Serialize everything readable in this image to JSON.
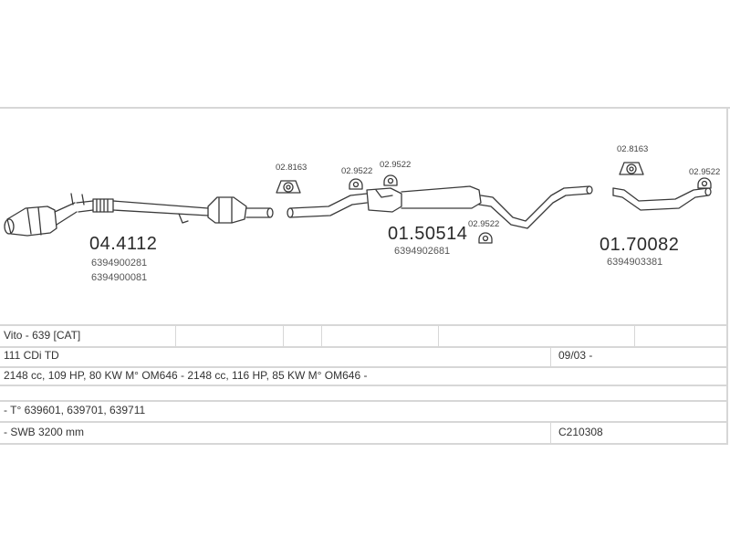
{
  "parts": {
    "left": {
      "number": "04.4112",
      "oem": [
        "6394900281",
        "6394900081"
      ]
    },
    "middle": {
      "number": "01.50514",
      "oem": [
        "6394902681"
      ]
    },
    "right": {
      "number": "01.70082",
      "oem": [
        "6394903381"
      ]
    }
  },
  "clamps": {
    "c1": "02.8163",
    "c2": "02.9522",
    "c3": "02.9522",
    "c4": "02.9522",
    "c5": "02.8163",
    "c6": "02.9522"
  },
  "table": {
    "model": "Vito - 639  [CAT]",
    "engine": "111 CDi TD",
    "date": "09/03 -",
    "spec": "2148 cc, 109 HP, 80 KW M° OM646 - 2148 cc, 116 HP, 85 KW M° OM646 -",
    "types": "- T° 639601, 639701, 639711",
    "wheelbase": "- SWB 3200 mm",
    "code": "C210308"
  },
  "colors": {
    "line": "#3a3a3a",
    "frame": "#d7d7d7"
  }
}
